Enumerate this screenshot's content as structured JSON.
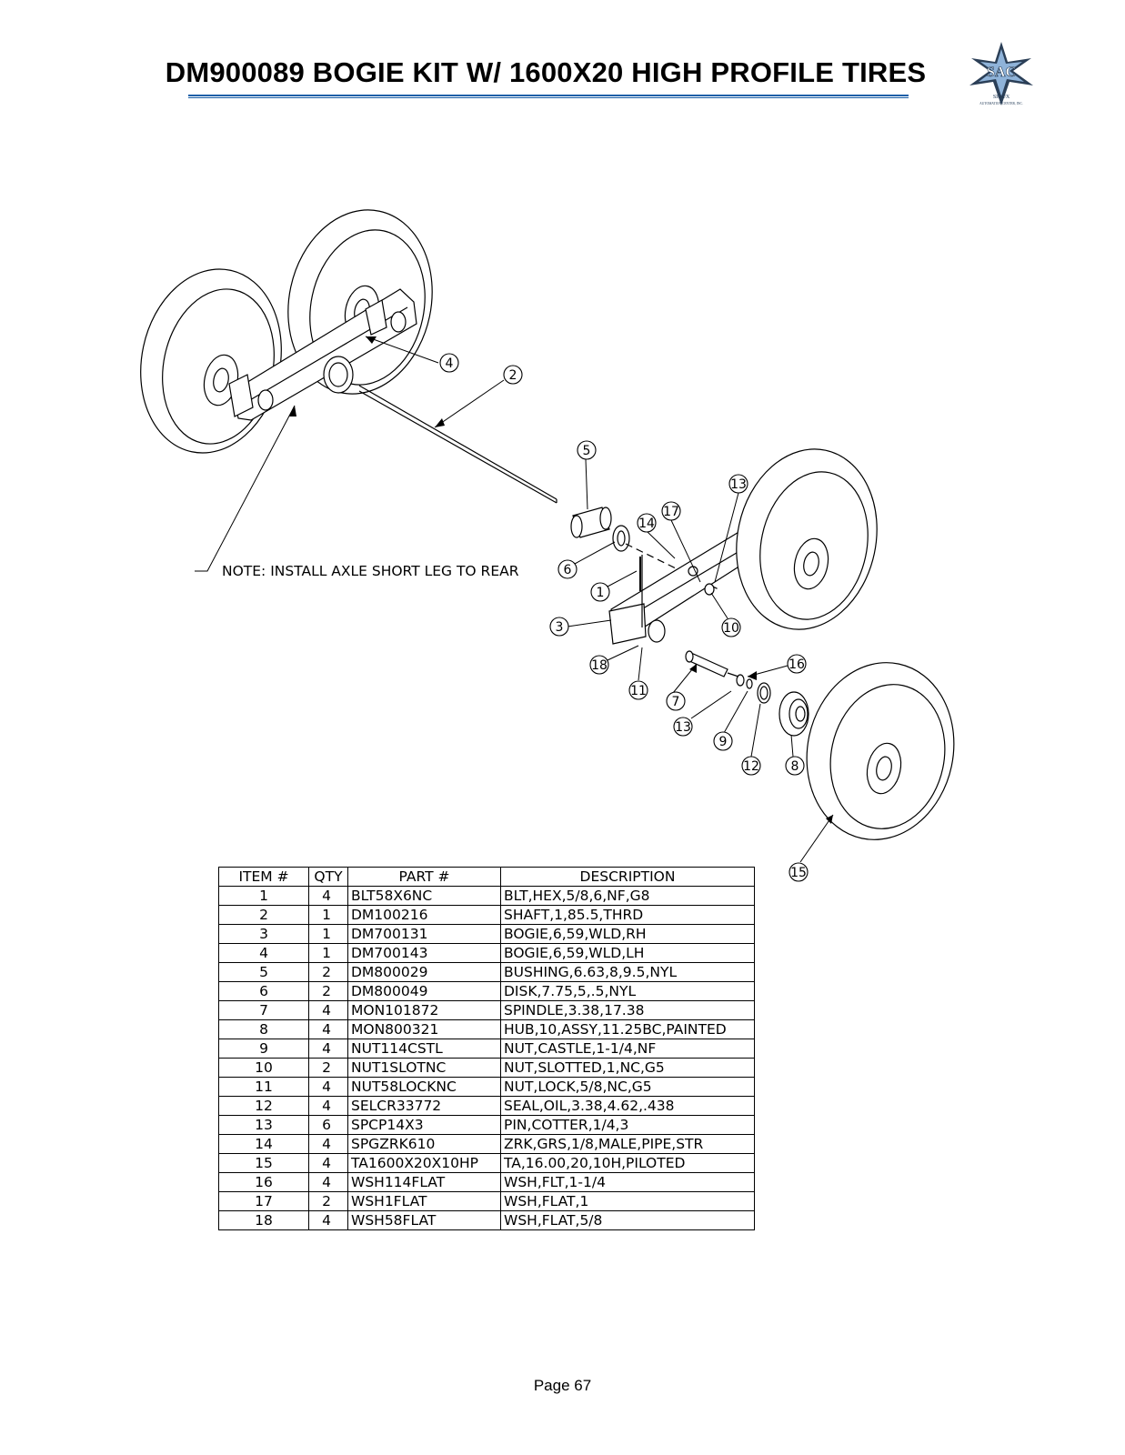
{
  "header": {
    "title": "DM900089 BOGIE KIT W/ 1600X20 HIGH PROFILE TIRES",
    "logo_text": "SAC",
    "logo_subtext": "SIOUX",
    "logo_tagline": "AUTOMATION CENTER, INC.",
    "accent_color": "#1a5fa8"
  },
  "drawing": {
    "note": "NOTE: INSTALL AXLE SHORT LEG TO REAR",
    "callouts": [
      "1",
      "2",
      "3",
      "4",
      "5",
      "6",
      "7",
      "8",
      "9",
      "10",
      "11",
      "12",
      "13",
      "13",
      "14",
      "15",
      "16",
      "17",
      "18"
    ]
  },
  "parts_table": {
    "headers": [
      "ITEM #",
      "QTY",
      "PART #",
      "DESCRIPTION"
    ],
    "rows": [
      [
        "1",
        "4",
        "BLT58X6NC",
        "BLT,HEX,5/8,6,NF,G8"
      ],
      [
        "2",
        "1",
        "DM100216",
        "SHAFT,1,85.5,THRD"
      ],
      [
        "3",
        "1",
        "DM700131",
        "BOGIE,6,59,WLD,RH"
      ],
      [
        "4",
        "1",
        "DM700143",
        "BOGIE,6,59,WLD,LH"
      ],
      [
        "5",
        "2",
        "DM800029",
        "BUSHING,6.63,8,9.5,NYL"
      ],
      [
        "6",
        "2",
        "DM800049",
        "DISK,7.75,5,.5,NYL"
      ],
      [
        "7",
        "4",
        "MON101872",
        "SPINDLE,3.38,17.38"
      ],
      [
        "8",
        "4",
        "MON800321",
        "HUB,10,ASSY,11.25BC,PAINTED"
      ],
      [
        "9",
        "4",
        "NUT114CSTL",
        "NUT,CASTLE,1-1/4,NF"
      ],
      [
        "10",
        "2",
        "NUT1SLOTNC",
        "NUT,SLOTTED,1,NC,G5"
      ],
      [
        "11",
        "4",
        "NUT58LOCKNC",
        "NUT,LOCK,5/8,NC,G5"
      ],
      [
        "12",
        "4",
        "SELCR33772",
        "SEAL,OIL,3.38,4.62,.438"
      ],
      [
        "13",
        "6",
        "SPCP14X3",
        "PIN,COTTER,1/4,3"
      ],
      [
        "14",
        "4",
        "SPGZRK610",
        "ZRK,GRS,1/8,MALE,PIPE,STR"
      ],
      [
        "15",
        "4",
        "TA1600X20X10HP",
        "TA,16.00,20,10H,PILOTED"
      ],
      [
        "16",
        "4",
        "WSH114FLAT",
        "WSH,FLT,1-1/4"
      ],
      [
        "17",
        "2",
        "WSH1FLAT",
        "WSH,FLAT,1"
      ],
      [
        "18",
        "4",
        "WSH58FLAT",
        "WSH,FLAT,5/8"
      ]
    ]
  },
  "footer": {
    "page_label": "Page 67"
  }
}
